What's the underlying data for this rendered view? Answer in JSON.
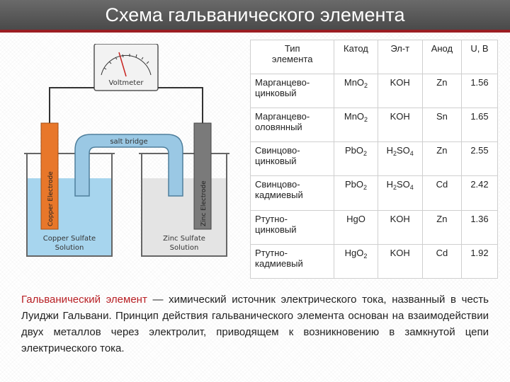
{
  "title": "Схема гальванического элемента",
  "diagram": {
    "voltmeter_label": "Voltmeter",
    "salt_bridge_label": "salt bridge",
    "copper_electrode_label": "Copper Electrode",
    "zinc_electrode_label": "Zinc Electrode",
    "copper_solution_line1": "Copper Sulfate",
    "copper_solution_line2": "Solution",
    "zinc_solution_line1": "Zinc Sulfate",
    "zinc_solution_line2": "Solution",
    "colors": {
      "copper": "#e8772a",
      "zinc": "#7a7a7a",
      "copper_solution": "#a7d5ee",
      "zinc_solution": "#e4e4e4",
      "salt_bridge": "#9ac8e4"
    }
  },
  "table": {
    "headers": {
      "type_line1": "Тип",
      "type_line2": "элемента",
      "cathode": "Катод",
      "electrolyte": "Эл-т",
      "anode": "Анод",
      "voltage": "U, В"
    },
    "rows": [
      {
        "name1": "Марганцево-",
        "name2": "цинковый",
        "cathode": "MnO",
        "cathode_sub": "2",
        "electrolyte": "KOH",
        "electrolyte_sub": "",
        "electrolyte_tail": "",
        "anode": "Zn",
        "voltage": "1.56"
      },
      {
        "name1": "Марганцево-",
        "name2": "оловянный",
        "cathode": "MnO",
        "cathode_sub": "2",
        "electrolyte": "KOH",
        "electrolyte_sub": "",
        "electrolyte_tail": "",
        "anode": "Sn",
        "voltage": "1.65"
      },
      {
        "name1": "Свинцово-",
        "name2": "цинковый",
        "cathode": "PbO",
        "cathode_sub": "2",
        "electrolyte": "H",
        "electrolyte_sub": "2",
        "electrolyte_tail": "SO",
        "electrolyte_sub2": "4",
        "anode": "Zn",
        "voltage": "2.55"
      },
      {
        "name1": "Свинцово-",
        "name2": "кадмиевый",
        "cathode": "PbO",
        "cathode_sub": "2",
        "electrolyte": "H",
        "electrolyte_sub": "2",
        "electrolyte_tail": "SO",
        "electrolyte_sub2": "4",
        "anode": "Cd",
        "voltage": "2.42"
      },
      {
        "name1": "Ртутно-",
        "name2": "цинковый",
        "cathode": "HgO",
        "cathode_sub": "",
        "electrolyte": "KOH",
        "electrolyte_sub": "",
        "electrolyte_tail": "",
        "anode": "Zn",
        "voltage": "1.36"
      },
      {
        "name1": "Ртутно-",
        "name2": "кадмиевый",
        "cathode": "HgO",
        "cathode_sub": "2",
        "electrolyte": "KOH",
        "electrolyte_sub": "",
        "electrolyte_tail": "",
        "anode": "Cd",
        "voltage": "1.92"
      }
    ]
  },
  "description": {
    "term": "Гальванический элемент",
    "text": " — химический источник электрического тока, названный в честь Луиджи Гальвани. Принцип действия гальванического элемента основан на взаимодействии двух металлов через электролит, приводящем к возникновению в замкнутой цепи электрического тока."
  }
}
